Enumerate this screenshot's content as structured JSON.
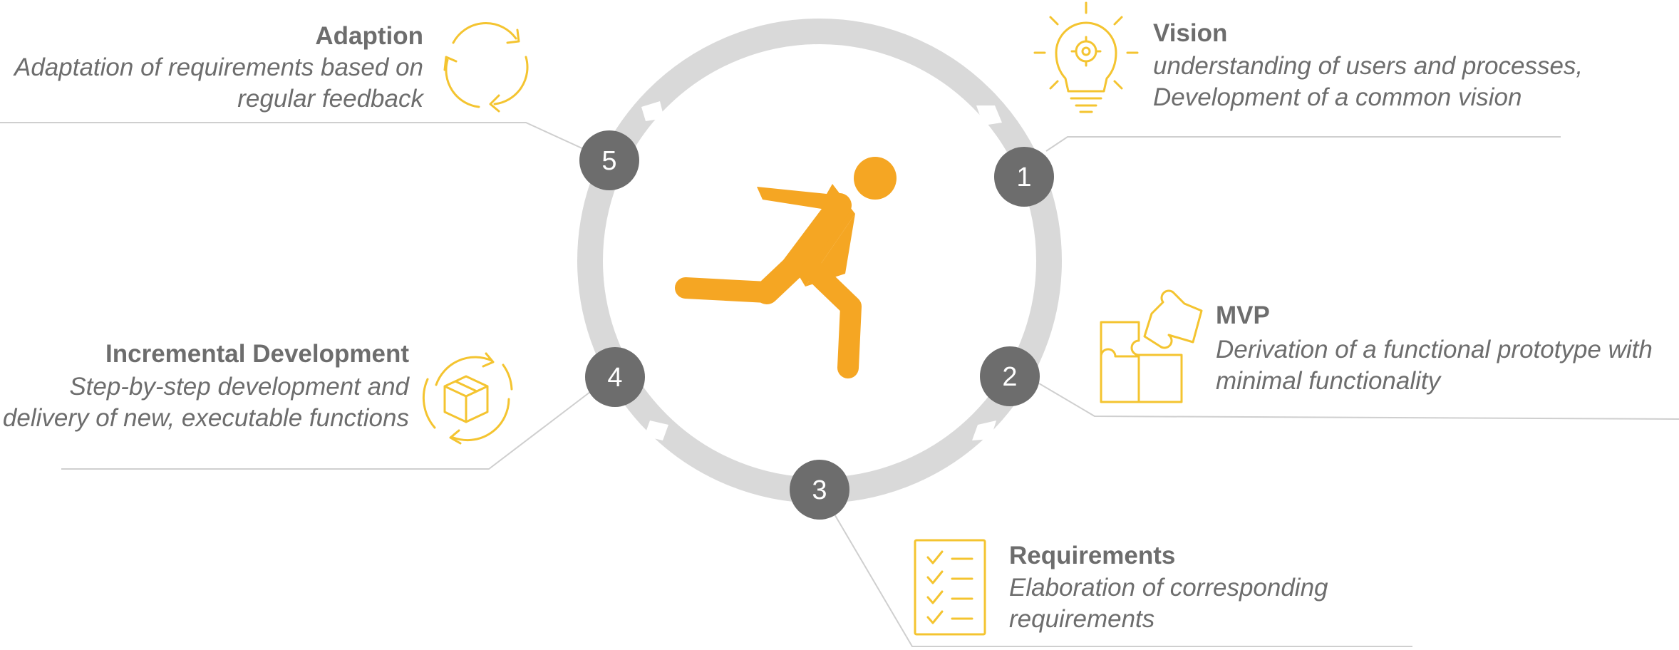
{
  "colors": {
    "accent_yellow": "#f4c430",
    "runner_orange": "#f5a623",
    "ring_grey": "#d9d9d9",
    "badge_grey": "#6d6d6d",
    "text_grey": "#6d6d6d",
    "line_grey": "#cfcfcf"
  },
  "center_figure": {
    "icon": "running-person-icon"
  },
  "steps": [
    {
      "number": "1",
      "title": "Vision",
      "icon": "lightbulb-gear-icon",
      "desc": [
        "understanding of users and processes,",
        "Development of a common vision"
      ]
    },
    {
      "number": "2",
      "title": "MVP",
      "icon": "puzzle-pieces-icon",
      "desc": [
        "Derivation of a functional prototype with",
        "minimal functionality"
      ]
    },
    {
      "number": "3",
      "title": "Requirements",
      "icon": "checklist-icon",
      "desc": [
        "Elaboration of corresponding",
        "requirements"
      ]
    },
    {
      "number": "4",
      "title": "Incremental Development",
      "icon": "package-cycle-icon",
      "desc": [
        "Step-by-step development and",
        "delivery of new, executable functions"
      ]
    },
    {
      "number": "5",
      "title": "Adaption",
      "icon": "refresh-cycle-icon",
      "desc": [
        "Adaptation of requirements based on",
        "regular feedback"
      ]
    }
  ]
}
